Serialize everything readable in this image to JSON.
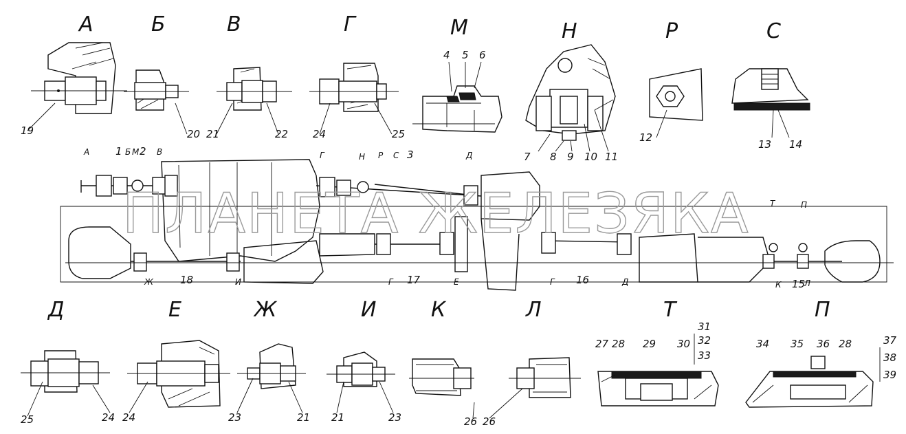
{
  "view_letters": {
    "A": "А",
    "B": "Б",
    "V": "В",
    "G": "Г",
    "M": "М",
    "N": "Н",
    "P": "Р",
    "S": "С",
    "D": "Д",
    "E": "Е",
    "ZH": "Ж",
    "I": "И",
    "K": "К",
    "L": "Л",
    "T": "Т",
    "PI": "П"
  },
  "callouts": {
    "n1": "1",
    "n2": "2",
    "n3": "3",
    "n4": "4",
    "n5": "5",
    "n6": "6",
    "n7": "7",
    "n8": "8",
    "n9": "9",
    "n10": "10",
    "n11": "11",
    "n12": "12",
    "n13": "13",
    "n14": "14",
    "n15": "15",
    "n16": "16",
    "n17": "17",
    "n18": "18",
    "n19": "19",
    "n20": "20",
    "n21": "21",
    "n22": "22",
    "n23": "23",
    "n24": "24",
    "n25": "25",
    "n26": "26",
    "n27": "27",
    "n28": "28",
    "n29": "29",
    "n30": "30",
    "n31": "31",
    "n32": "32",
    "n33": "33",
    "n34": "34",
    "n35": "35",
    "n36": "36",
    "n37": "37",
    "n38": "38",
    "n39": "39"
  },
  "watermark": "ПЛАНЕТА ЖЕЛЕЗЯКА"
}
